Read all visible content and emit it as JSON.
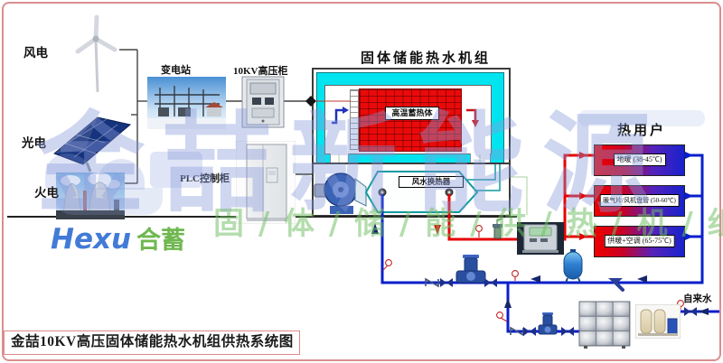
{
  "sources": {
    "wind": "风电",
    "solar": "光电",
    "fire": "火电"
  },
  "equipment": {
    "substation": "变电站",
    "hv_cabinet": "10KV高压柜",
    "plc_cabinet": "PLC控制柜"
  },
  "unit": {
    "title": "固体储能热水机组",
    "storage": "高温蓄热体",
    "exchanger": "风水换热器"
  },
  "users": {
    "title": "热用户",
    "items": [
      {
        "label": "地暖 (38-45℃)"
      },
      {
        "label": "暖气片/风机盘管 (50-60℃)"
      },
      {
        "label": "供暖+空调 (65-75℃)"
      }
    ]
  },
  "water": {
    "tap": "自来水"
  },
  "caption": "金喆10KV高压固体储能热水机组供热系统图",
  "watermark": {
    "main": "金喆新能源",
    "slogan": "固 / 体 / 储 / 能 / 供 / 热 / 机 / 组",
    "logo_en": "Hexu",
    "logo_cn": "合蓄"
  },
  "colors": {
    "hot_pipe": "#e60000",
    "cold_pipe": "#0a1fcc",
    "insulation": "#00e4f0",
    "storage_red": "#ea0a0a",
    "frame": "#db8f8f"
  }
}
